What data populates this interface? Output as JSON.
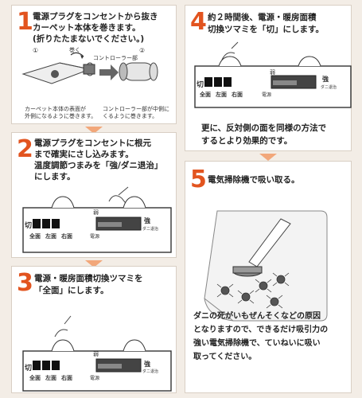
{
  "steps": [
    {
      "number": "1",
      "text": "電源プラグをコンセントから抜き\nカーペット本体を巻きます。\n(折りたたまないでください。)",
      "labels": {
        "circle1": "①",
        "circle2": "②",
        "maki": "巻く",
        "controller": "コントローラー部",
        "note_left": "カーペット本体の表面が\n外側になるように巻きます。",
        "note_right": "コントローラー部が中側に\nくるように巻きます。"
      }
    },
    {
      "number": "2",
      "text": "電源プラグをコンセントに根元\nまで確実にさし込みます。\n温度調節つまみを「強/ダニ退治」\nにします。"
    },
    {
      "number": "3",
      "text": "電源・暖房面積切換ツマミを\n「全面」にします。"
    },
    {
      "number": "4",
      "text": "約２時間後、電源・暖房面積\n切換ツマミを「切」にします。",
      "extra": "更に、反対側の面を同様の方法で\nするとより効果的です。"
    },
    {
      "number": "5",
      "text": "電気掃除機で吸い取る。",
      "extra": "ダニの死がいもぜんそくなどの原因\nとなりますので、できるだけ吸引力の\n強い電気掃除機で、ていねいに吸い\n取ってください。"
    }
  ],
  "panel": {
    "off": "切",
    "full": "全面",
    "left": "左面",
    "right": "右面",
    "power": "電源",
    "weak": "弱",
    "strong": "強",
    "mite": "ダニ退治"
  },
  "colors": {
    "accent": "#e2541f",
    "arrow": "#f2a77a",
    "background": "#f3ede6"
  }
}
